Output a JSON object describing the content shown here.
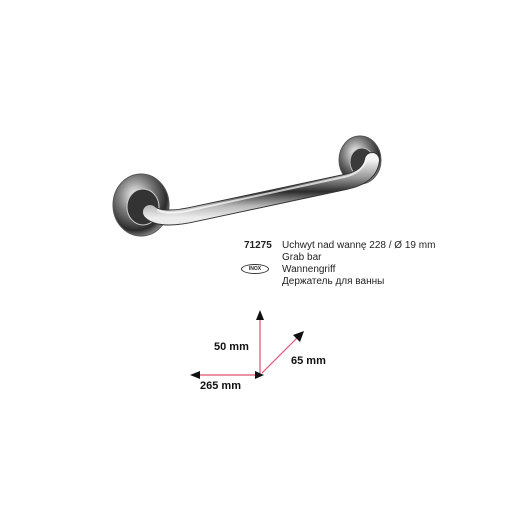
{
  "product": {
    "code": "71275",
    "names": [
      "Uchwyt nad wannę 228 / Ø 19 mm",
      "Grab bar",
      "Wannengriff",
      "Держатель для ванны"
    ],
    "badge": "INOX"
  },
  "dimensions": {
    "height": "50 mm",
    "depth": "65 mm",
    "width": "265 mm"
  },
  "colors": {
    "arrow": "#e05070",
    "arrowhead": "#111111"
  }
}
